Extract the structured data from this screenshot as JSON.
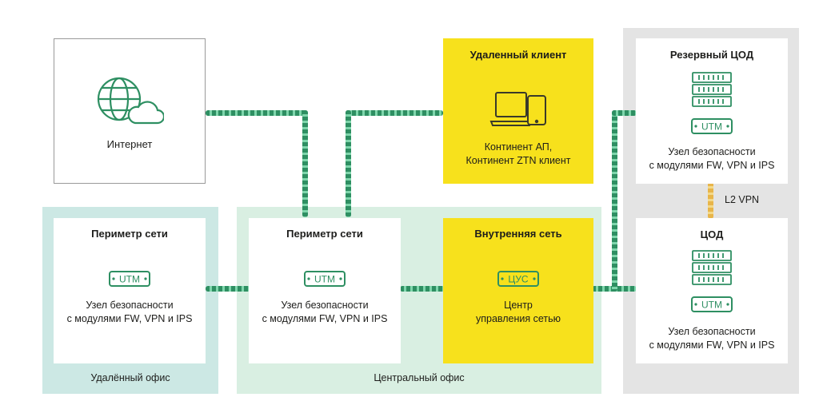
{
  "colors": {
    "green": "#2e8f62",
    "yellow": "#f7e11c",
    "remote_zone": "#cce8e4",
    "central_zone": "#d9efe2",
    "datacenter_zone": "#e4e4e4",
    "l2_link": "#e8b54a"
  },
  "internet": {
    "label": "Интернет",
    "icon": "globe-cloud-icon"
  },
  "remote_client": {
    "title": "Удаленный клиент",
    "desc_line1": "Континент АП,",
    "desc_line2": "Континент ZTN клиент",
    "icon": "laptop-tablet-icon"
  },
  "remote_office": {
    "zone_label": "Удалённый офис",
    "node": {
      "title": "Периметр сети",
      "chip": "UTM",
      "desc_line1": "Узел безопасности",
      "desc_line2": "с модулями FW, VPN и IPS"
    }
  },
  "central_office": {
    "zone_label": "Центральный офис",
    "perimeter": {
      "title": "Периметр сети",
      "chip": "UTM",
      "desc_line1": "Узел безопасности",
      "desc_line2": "с модулями FW, VPN и IPS"
    },
    "internal": {
      "title": "Внутренняя сеть",
      "chip": "ЦУС",
      "desc_line1": "Центр",
      "desc_line2": "управления сетью"
    }
  },
  "reserve_dc": {
    "title": "Резервный ЦОД",
    "chip": "UTM",
    "desc_line1": "Узел безопасности",
    "desc_line2": "с модулями FW, VPN и IPS",
    "icon": "server-rack-icon"
  },
  "dc": {
    "title": "ЦОД",
    "chip": "UTM",
    "desc_line1": "Узел безопасности",
    "desc_line2": "с модулями FW, VPN и IPS",
    "icon": "server-rack-icon"
  },
  "l2_link_label": "L2 VPN"
}
